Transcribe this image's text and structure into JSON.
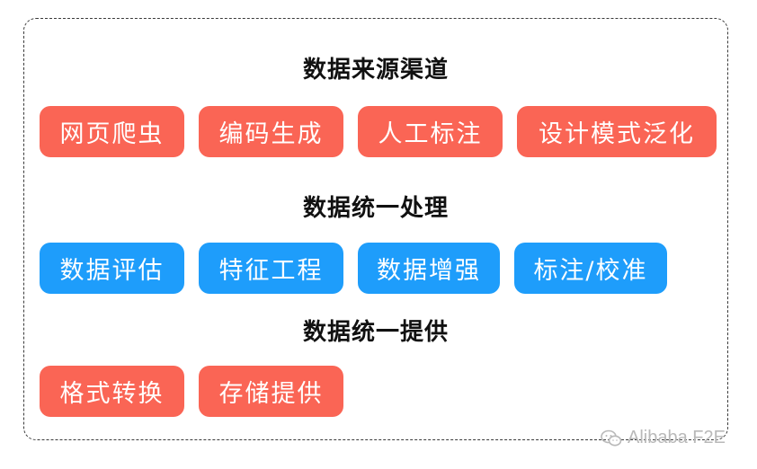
{
  "sections": [
    {
      "title": "数据来源渠道",
      "color": "#fa6555",
      "items": [
        "网页爬虫",
        "编码生成",
        "人工标注",
        "设计模式泛化"
      ]
    },
    {
      "title": "数据统一处理",
      "color": "#1e9dfb",
      "items": [
        "数据评估",
        "特征工程",
        "数据增强",
        "标注/校准"
      ]
    },
    {
      "title": "数据统一提供",
      "color": "#fa6555",
      "items": [
        "格式转换",
        "存储提供"
      ]
    }
  ],
  "watermark": {
    "icon": "wechat-icon",
    "text": "Alibaba F2E"
  }
}
